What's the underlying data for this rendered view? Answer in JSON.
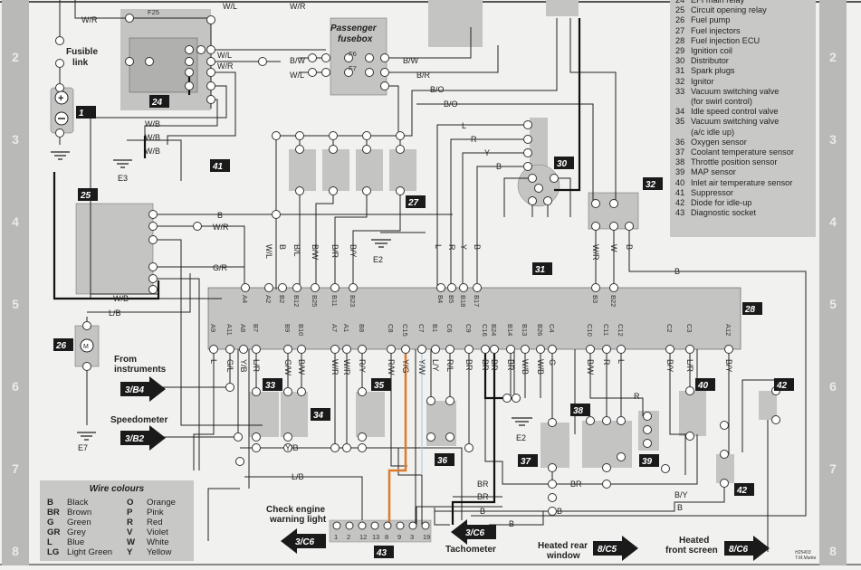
{
  "legend": {
    "items": [
      {
        "num": "24",
        "label": "EFI main relay"
      },
      {
        "num": "25",
        "label": "Circuit opening relay"
      },
      {
        "num": "26",
        "label": "Fuel pump"
      },
      {
        "num": "27",
        "label": "Fuel injectors"
      },
      {
        "num": "28",
        "label": "Fuel injection ECU"
      },
      {
        "num": "29",
        "label": "Ignition coil"
      },
      {
        "num": "30",
        "label": "Distributor"
      },
      {
        "num": "31",
        "label": "Spark plugs"
      },
      {
        "num": "32",
        "label": "Ignitor"
      },
      {
        "num": "33",
        "label": "Vacuum switching valve"
      },
      {
        "num": "",
        "label": "(for swirl control)"
      },
      {
        "num": "34",
        "label": "Idle speed control valve"
      },
      {
        "num": "35",
        "label": "Vacuum switching valve"
      },
      {
        "num": "",
        "label": "(a/c idle up)"
      },
      {
        "num": "36",
        "label": "Oxygen sensor"
      },
      {
        "num": "37",
        "label": "Coolant temperature sensor"
      },
      {
        "num": "38",
        "label": "Throttle position sensor"
      },
      {
        "num": "39",
        "label": "MAP sensor"
      },
      {
        "num": "40",
        "label": "Inlet air temperature sensor"
      },
      {
        "num": "41",
        "label": "Suppressor"
      },
      {
        "num": "42",
        "label": "Diode for idle-up"
      },
      {
        "num": "43",
        "label": "Diagnostic socket"
      }
    ]
  },
  "grid_rows": [
    "2",
    "3",
    "4",
    "5",
    "6",
    "7",
    "8"
  ],
  "wire_colours": {
    "title": "Wire colours",
    "left": [
      {
        "code": "B",
        "name": "Black"
      },
      {
        "code": "BR",
        "name": "Brown"
      },
      {
        "code": "G",
        "name": "Green"
      },
      {
        "code": "GR",
        "name": "Grey"
      },
      {
        "code": "L",
        "name": "Blue"
      },
      {
        "code": "LG",
        "name": "Light Green"
      }
    ],
    "right": [
      {
        "code": "O",
        "name": "Orange"
      },
      {
        "code": "P",
        "name": "Pink"
      },
      {
        "code": "R",
        "name": "Red"
      },
      {
        "code": "V",
        "name": "Violet"
      },
      {
        "code": "W",
        "name": "White"
      },
      {
        "code": "Y",
        "name": "Yellow"
      }
    ]
  },
  "components": {
    "c1": "1",
    "c24": "24",
    "c25": "25",
    "c26": "26",
    "c27": "27",
    "c28": "28",
    "c30": "30",
    "c31": "31",
    "c32": "32",
    "c33": "33",
    "c34": "34",
    "c35": "35",
    "c36": "36",
    "c37": "37",
    "c38": "38",
    "c39": "39",
    "c40": "40",
    "c41": "41",
    "c42a": "42",
    "c42b": "42",
    "c43": "43"
  },
  "labels": {
    "fusible_link": [
      "Fusible",
      "link"
    ],
    "passenger_fusebox": [
      "Passenger",
      "fusebox"
    ],
    "fuse_f25": "F25",
    "fuse_f6": "F6",
    "fuse_f7": "F7",
    "from_instruments": [
      "From",
      "instruments"
    ],
    "speedometer": "Speedometer",
    "check_engine": [
      "Check engine",
      "warning light"
    ],
    "tachometer": "Tachometer",
    "heated_rear_window": [
      "Heated rear",
      "window"
    ],
    "heated_front_screen": [
      "Heated",
      "front screen"
    ],
    "earth_e2": "E2",
    "earth_e3": "E3",
    "earth_e7": "E7",
    "credit": [
      "H25403",
      "T.M.Marke"
    ]
  },
  "connectors": {
    "from_instruments": "3/B4",
    "speedometer": "3/B2",
    "check_engine": "3/C6",
    "tachometer": "3/C6",
    "heated_rear_window": "8/C5",
    "heated_front_screen": "8/C6"
  },
  "ecu_pins_top": [
    "A4",
    "A2",
    "B2",
    "B12",
    "B25",
    "B11",
    "B23",
    "B4",
    "B5",
    "B18",
    "B17",
    "B3",
    "B22"
  ],
  "ecu_pins_bottom": [
    "A9",
    "A11",
    "A8",
    "B7",
    "B9",
    "B10",
    "A7",
    "A1",
    "B8",
    "C8",
    "C15",
    "C7",
    "B1",
    "C6",
    "C9",
    "C16",
    "B24",
    "B14",
    "B13",
    "B26",
    "C4",
    "C10",
    "C11",
    "C12",
    "C2",
    "C3",
    "A12"
  ],
  "diag_socket_pins": [
    "1",
    "2",
    "12",
    "13",
    "8",
    "9",
    "3",
    "19"
  ],
  "wire_top_labels": [
    "W/L",
    "B",
    "B/L",
    "B/W",
    "B/R",
    "B/Y",
    "L",
    "R",
    "Y",
    "B",
    "W/R",
    "W",
    "B"
  ],
  "wire_bottom_labels": [
    "L",
    "G/L",
    "Y/B",
    "L/R",
    "G/W",
    "B/W",
    "W/R",
    "W/R",
    "R/Y",
    "R/W",
    "Y/G",
    "Y/W",
    "L/Y",
    "R/L",
    "BR",
    "BR",
    "BR",
    "BR",
    "W/B",
    "W/B",
    "G",
    "B/W",
    "R",
    "L",
    "B/Y",
    "L/R",
    "B/Y"
  ],
  "colors": {
    "orange_wire": "#e07a2a",
    "component_fill": "#c4c4c2",
    "tag_bg": "#1a1a1a"
  }
}
